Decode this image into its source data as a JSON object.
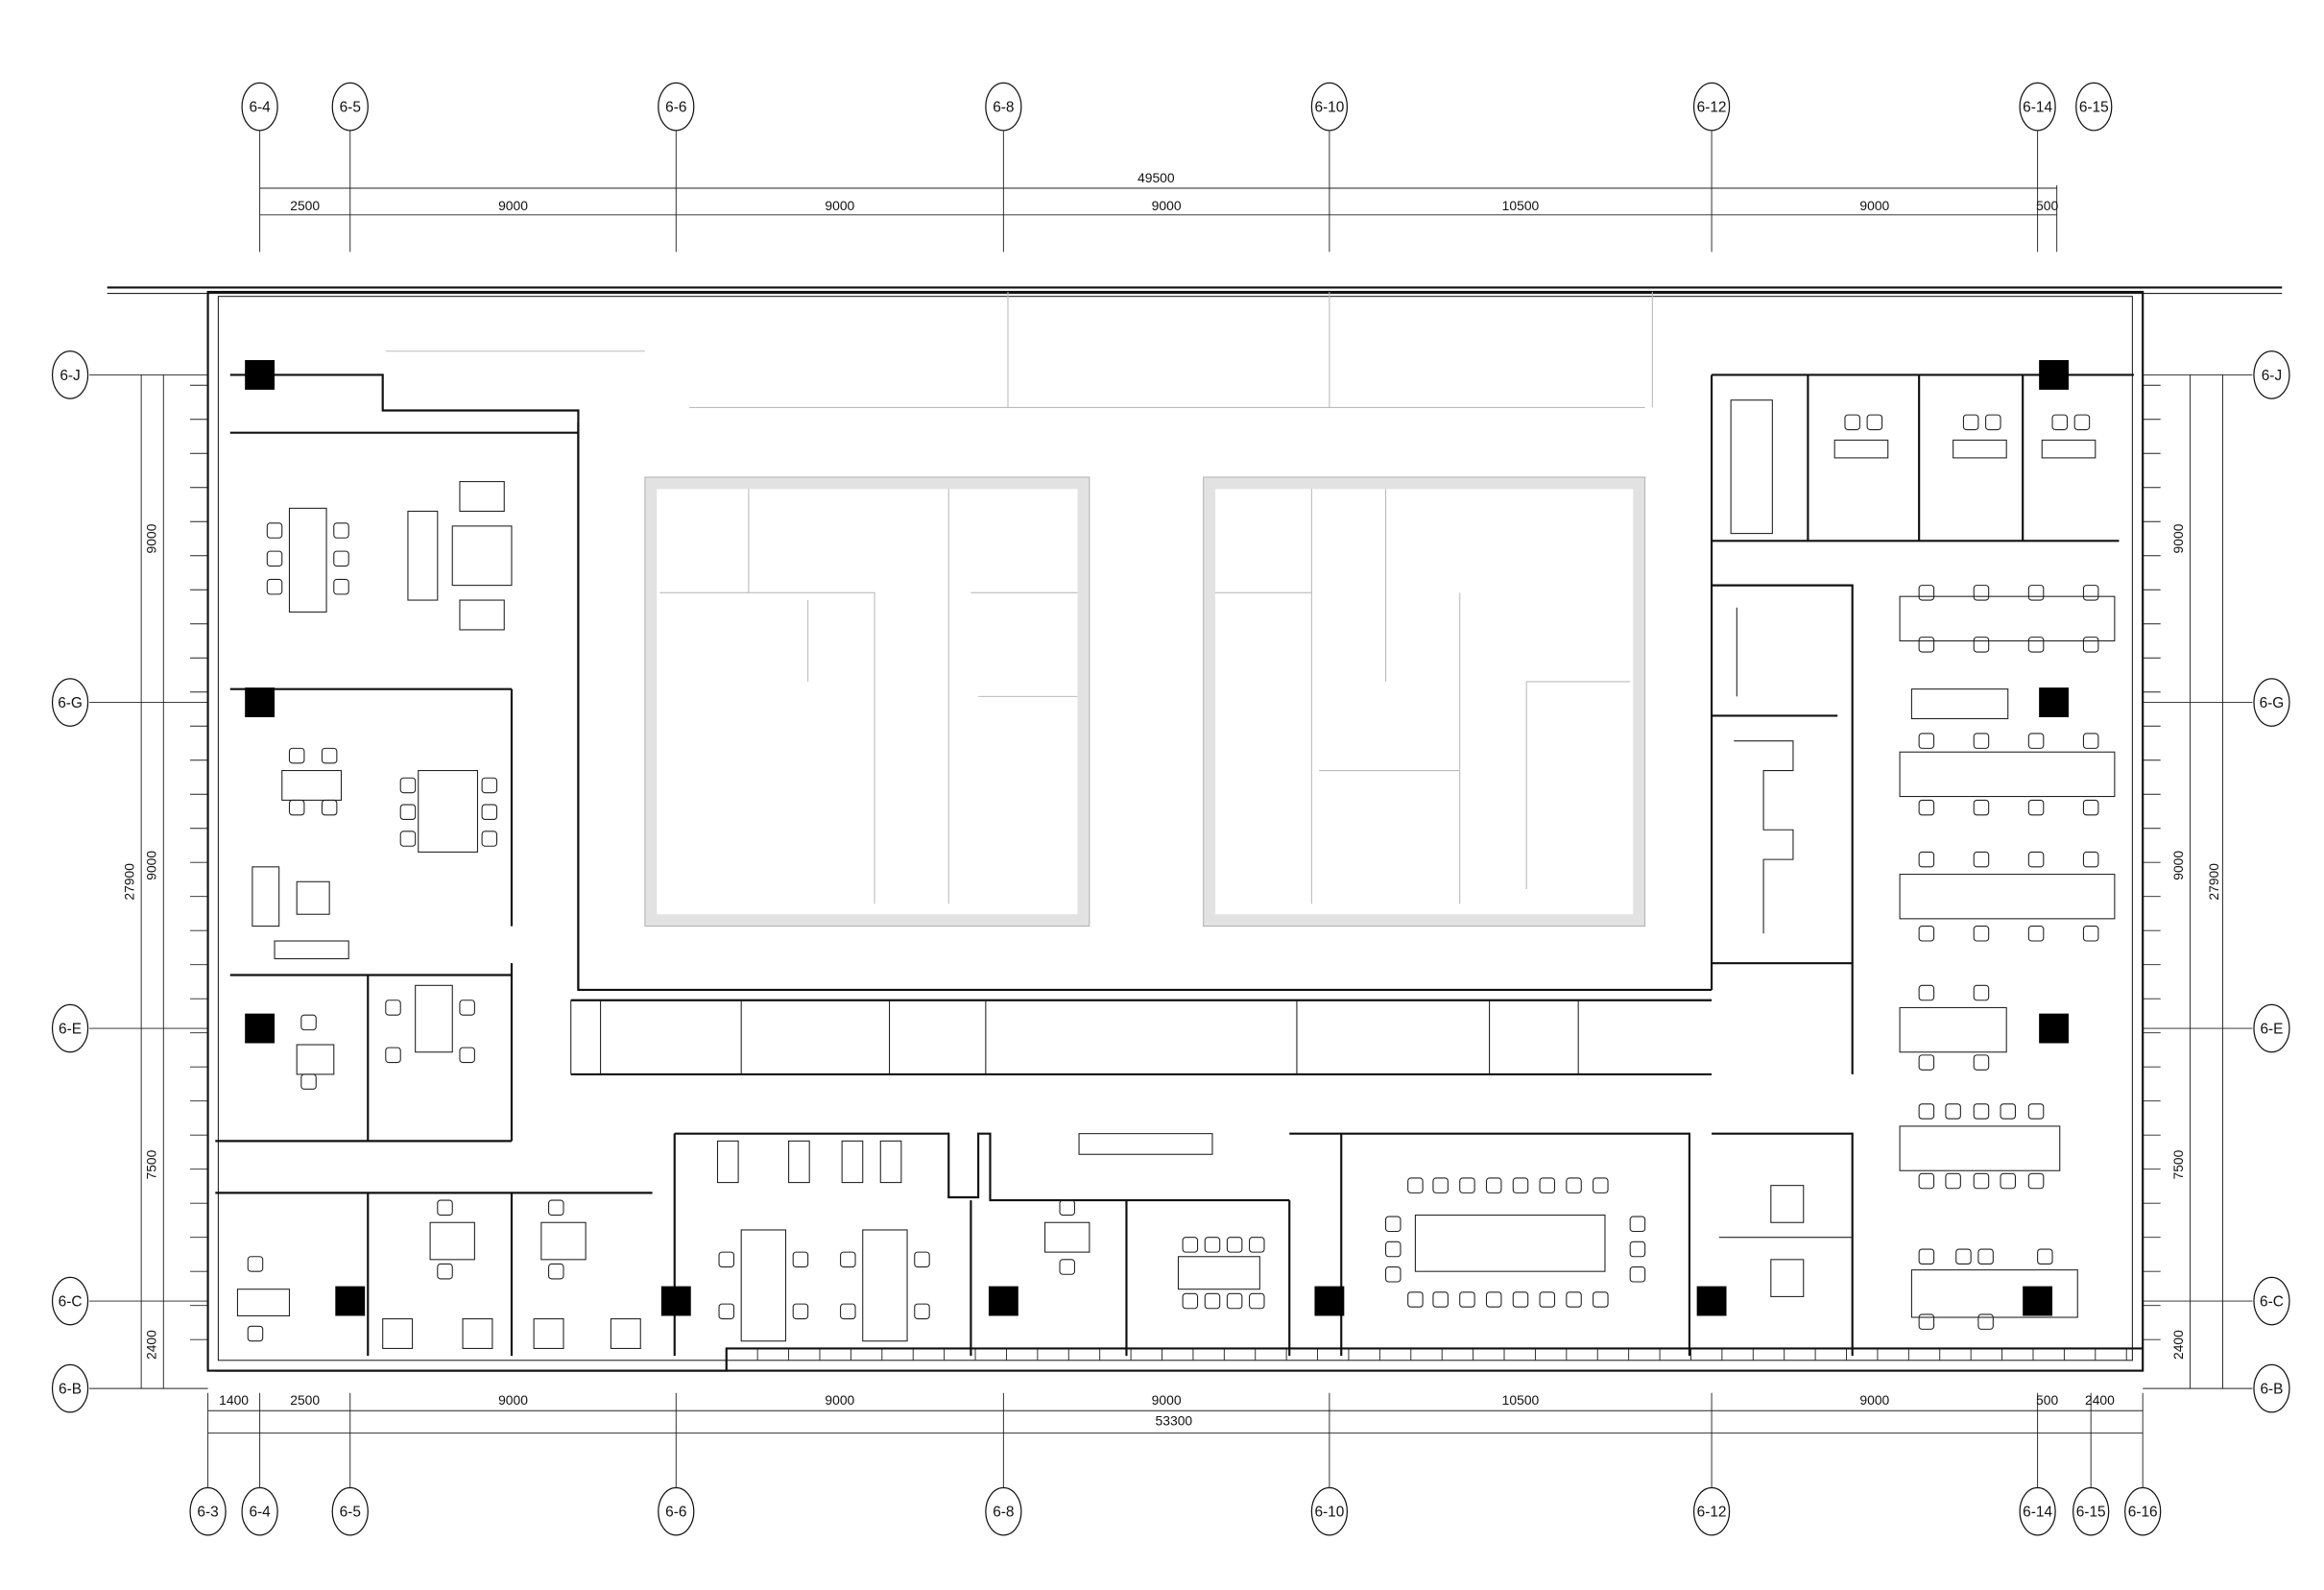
{
  "drawing": {
    "grid_top": [
      "6-4",
      "6-5",
      "6-6",
      "6-8",
      "6-10",
      "6-12",
      "6-14",
      "6-15"
    ],
    "grid_bottom": [
      "6-3",
      "6-4",
      "6-5",
      "6-6",
      "6-8",
      "6-10",
      "6-12",
      "6-14",
      "6-15",
      "6-16"
    ],
    "grid_rows": [
      "6-J",
      "6-G",
      "6-E",
      "6-C",
      "6-B"
    ],
    "dims_top_total": "49500",
    "dims_top": [
      "2500",
      "9000",
      "9000",
      "9000",
      "10500",
      "9000",
      "500"
    ],
    "dims_bottom": [
      "1400",
      "2500",
      "9000",
      "9000",
      "9000",
      "10500",
      "9000",
      "500",
      "2400"
    ],
    "dims_bottom_total": "53300",
    "dims_left": [
      "9000",
      "9000",
      "7500",
      "2400"
    ],
    "dims_left_total": "27900",
    "dims_right": [
      "9000",
      "9000",
      "7500",
      "2400"
    ],
    "dims_right_total": "27900"
  }
}
